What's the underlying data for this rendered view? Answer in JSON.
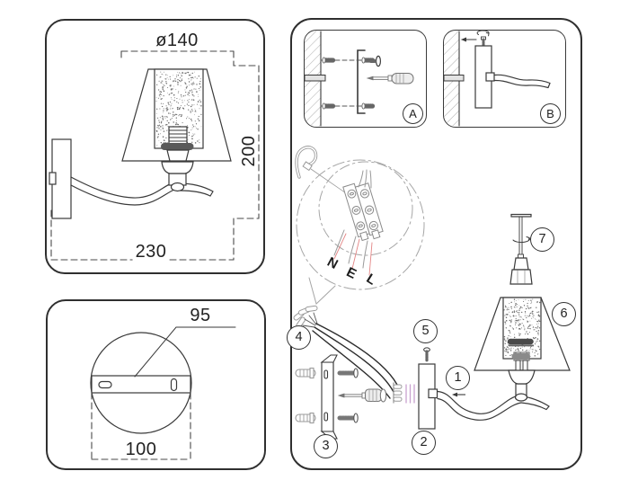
{
  "title": "wall-lamp installation diagram",
  "colors": {
    "line": "#3a3a3a",
    "panel_border": "#2f2f2f",
    "gray_part": "#9a9a9a",
    "bubble": "#a6a6a6",
    "red_leader": "#e38585",
    "pink_connector": "#c9a2cf"
  },
  "dimension_panel_side": {
    "diameter": "ø140",
    "height": "200",
    "width": "230"
  },
  "dimension_panel_back": {
    "bracket_width": "95",
    "plate_width": "100"
  },
  "assembly_panel": {
    "step_a": "A",
    "step_b": "B",
    "wires": {
      "n": "N",
      "e": "E",
      "l": "L"
    },
    "parts": {
      "1": "1",
      "2": "2",
      "3": "3",
      "4": "4",
      "5": "5",
      "6": "6",
      "7": "7"
    }
  }
}
